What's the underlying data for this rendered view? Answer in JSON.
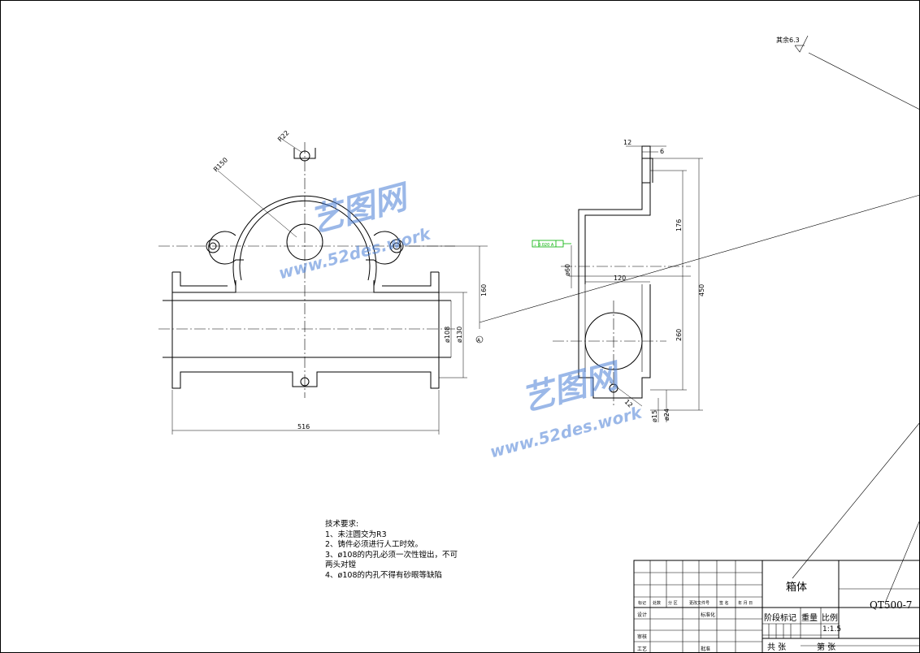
{
  "surface_finish": "其余6.3",
  "dimensions": {
    "r22": "R22",
    "r150": "R150",
    "d160": "160",
    "d108": "ø108",
    "d130": "ø130",
    "d516": "516",
    "d12": "12",
    "d6": "6",
    "d176": "176",
    "d450": "450",
    "d260": "260",
    "d120": "120",
    "d60": "ø60",
    "d15": "ø15",
    "d24": "ø24",
    "d12b": "12",
    "datum": "A",
    "tolerance": "⊥ 0.020 A"
  },
  "notes": {
    "title": "技术要求:",
    "items": [
      "1、未注圆交为R3",
      "2、铸件必须进行人工时效。",
      "3、ø108的内孔必须一次性镗出，不可",
      "两头对镗",
      "4、ø108的内孔不得有砂眼等缺陷"
    ]
  },
  "title_block": {
    "part_name": "箱体",
    "material": "QT500-7",
    "stage_mark": "阶段标记",
    "weight": "重量",
    "scale_label": "比例",
    "scale": "1:1.5",
    "sheets_total": "共    张",
    "sheet_no": "第    张",
    "row_labels": [
      "标记",
      "处数",
      "分 区",
      "更改文件号",
      "签 名",
      "年 月 日"
    ],
    "design": "设计",
    "standardize": "标准化",
    "review": "审核",
    "process": "工艺",
    "approve": "批准"
  },
  "watermark": {
    "brand": "艺图网",
    "url": "www.52des.work"
  }
}
